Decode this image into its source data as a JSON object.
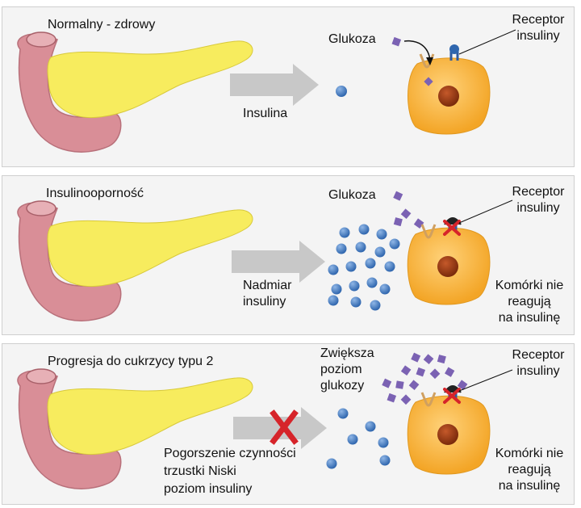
{
  "panels": [
    {
      "title": "Normalny - zdrowy",
      "arrow_label": "Insulina",
      "glucose_label": "Glukoza",
      "receptor_label": "Receptor insuliny",
      "cell_label": ""
    },
    {
      "title": "Insulinooporność",
      "arrow_label": "Nadmiar insuliny",
      "glucose_label": "Glukoza",
      "receptor_label": "Receptor insuliny",
      "cell_label": "Komórki nie reagują na insulinę"
    },
    {
      "title": "Progresja do cukrzycy typu 2",
      "arrow_label": "Pogorszenie czynności trzustki Niski poziom insuliny",
      "glucose_label": "Zwiększa poziom glukozy",
      "receptor_label": "Receptor insuliny",
      "cell_label": "Komórki nie reagują na insulinę"
    }
  ],
  "text": {
    "p1_title": "Normalny - zdrowy",
    "p1_arrow": "Insulina",
    "p1_glucose": "Glukoza",
    "p1_receptor_l1": "Receptor",
    "p1_receptor_l2": "insuliny",
    "p2_title": "Insulinooporność",
    "p2_arrow_l1": "Nadmiar",
    "p2_arrow_l2": "insuliny",
    "p2_glucose": "Glukoza",
    "p2_receptor_l1": "Receptor",
    "p2_receptor_l2": "insuliny",
    "p2_cell_l1": "Komórki nie",
    "p2_cell_l2": "reagują",
    "p2_cell_l3": "na insulinę",
    "p3_title": "Progresja do cukrzycy typu 2",
    "p3_glucose_l1": "Zwiększa",
    "p3_glucose_l2": "poziom",
    "p3_glucose_l3": "glukozy",
    "p3_receptor_l1": "Receptor",
    "p3_receptor_l2": "insuliny",
    "p3_arrow_l1": "Pogorszenie czynności",
    "p3_arrow_l2": "trzustki Niski",
    "p3_arrow_l3": "poziom insuliny",
    "p3_cell_l1": "Komórki nie",
    "p3_cell_l2": "reagują",
    "p3_cell_l3": "na insulinę"
  },
  "colors": {
    "pancreas": "#f7ec5e",
    "duodenum": "#d98e97",
    "arrow": "#c8c8c8",
    "insulin": "#3f7cc4",
    "glucose": "#7b62b3",
    "cell": "#f7b23e",
    "nucleus": "#9a3b14",
    "blocked_cross": "#d6242a"
  }
}
